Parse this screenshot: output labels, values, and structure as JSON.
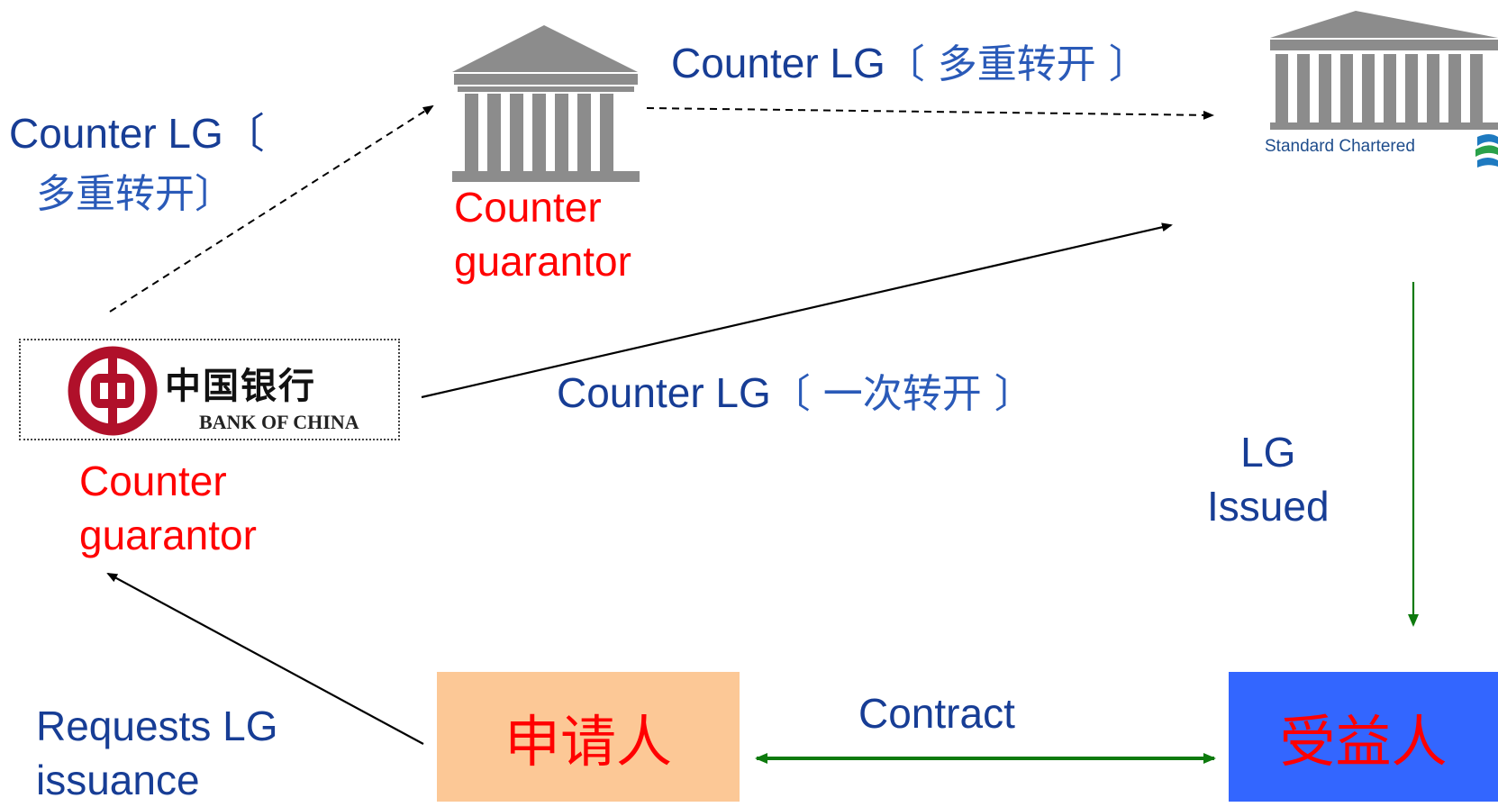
{
  "labels": {
    "top_left_counter_lg_line1": "Counter LG〔",
    "top_left_counter_lg_line2": "多重转开〕",
    "top_counter_lg_prefix": "Counter LG",
    "top_counter_lg_cn": "〔 多重转开 〕",
    "middle_counter_lg_prefix": "Counter LG",
    "middle_counter_lg_cn": "〔 一次转开 〕",
    "counter_guarantor_top_line1": "Counter",
    "counter_guarantor_top_line2": "guarantor",
    "counter_guarantor_left_line1": "Counter",
    "counter_guarantor_left_line2": "guarantor",
    "lg_issued_line1": "LG",
    "lg_issued_line2": "Issued",
    "requests_lg_line1": "Requests LG",
    "requests_lg_line2": "issuance",
    "contract": "Contract"
  },
  "boxes": {
    "applicant": "申请人",
    "beneficiary": "受益人"
  },
  "logos": {
    "bank_of_china_cn": "中国银行",
    "bank_of_china_en": "BANK OF CHINA",
    "standard_chartered": "Standard Chartered"
  },
  "colors": {
    "label_blue": "#173d95",
    "label_red": "#ff0000",
    "applicant_fill": "#fcc896",
    "beneficiary_fill": "#3366ff",
    "contract_arrow": "#0d7a0d",
    "bank_icon_gray": "#8c8c8c"
  }
}
